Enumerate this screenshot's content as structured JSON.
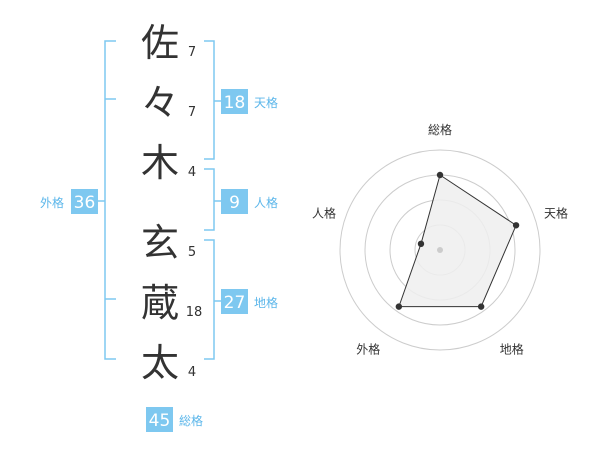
{
  "name_chars": [
    {
      "char": "佐",
      "strokes": "7"
    },
    {
      "char": "々",
      "strokes": "7"
    },
    {
      "char": "木",
      "strokes": "4"
    },
    {
      "char": "玄",
      "strokes": "5"
    },
    {
      "char": "蔵",
      "strokes": "18"
    },
    {
      "char": "太",
      "strokes": "4"
    }
  ],
  "kakusu": {
    "tenkaku": {
      "value": "18",
      "label": "天格"
    },
    "jinkaku": {
      "value": "9",
      "label": "人格"
    },
    "chikaku": {
      "value": "27",
      "label": "地格"
    },
    "gaikaku": {
      "value": "36",
      "label": "外格"
    },
    "soukaku": {
      "value": "45",
      "label": "総格"
    }
  },
  "colors": {
    "bracket": "#7ec8f0",
    "badge_bg": "#7ec8f0",
    "badge_text": "#ffffff",
    "label_text": "#5bb6ea",
    "char_text": "#333333",
    "radar_ring": "#cccccc",
    "radar_fill": "#efefef",
    "radar_line": "#333333"
  },
  "chart_data": {
    "type": "radar",
    "axes": [
      "総格",
      "天格",
      "地格",
      "外格",
      "人格"
    ],
    "values": [
      0.75,
      0.8,
      0.7,
      0.7,
      0.2
    ],
    "range": [
      0,
      1
    ],
    "rings": 4
  }
}
